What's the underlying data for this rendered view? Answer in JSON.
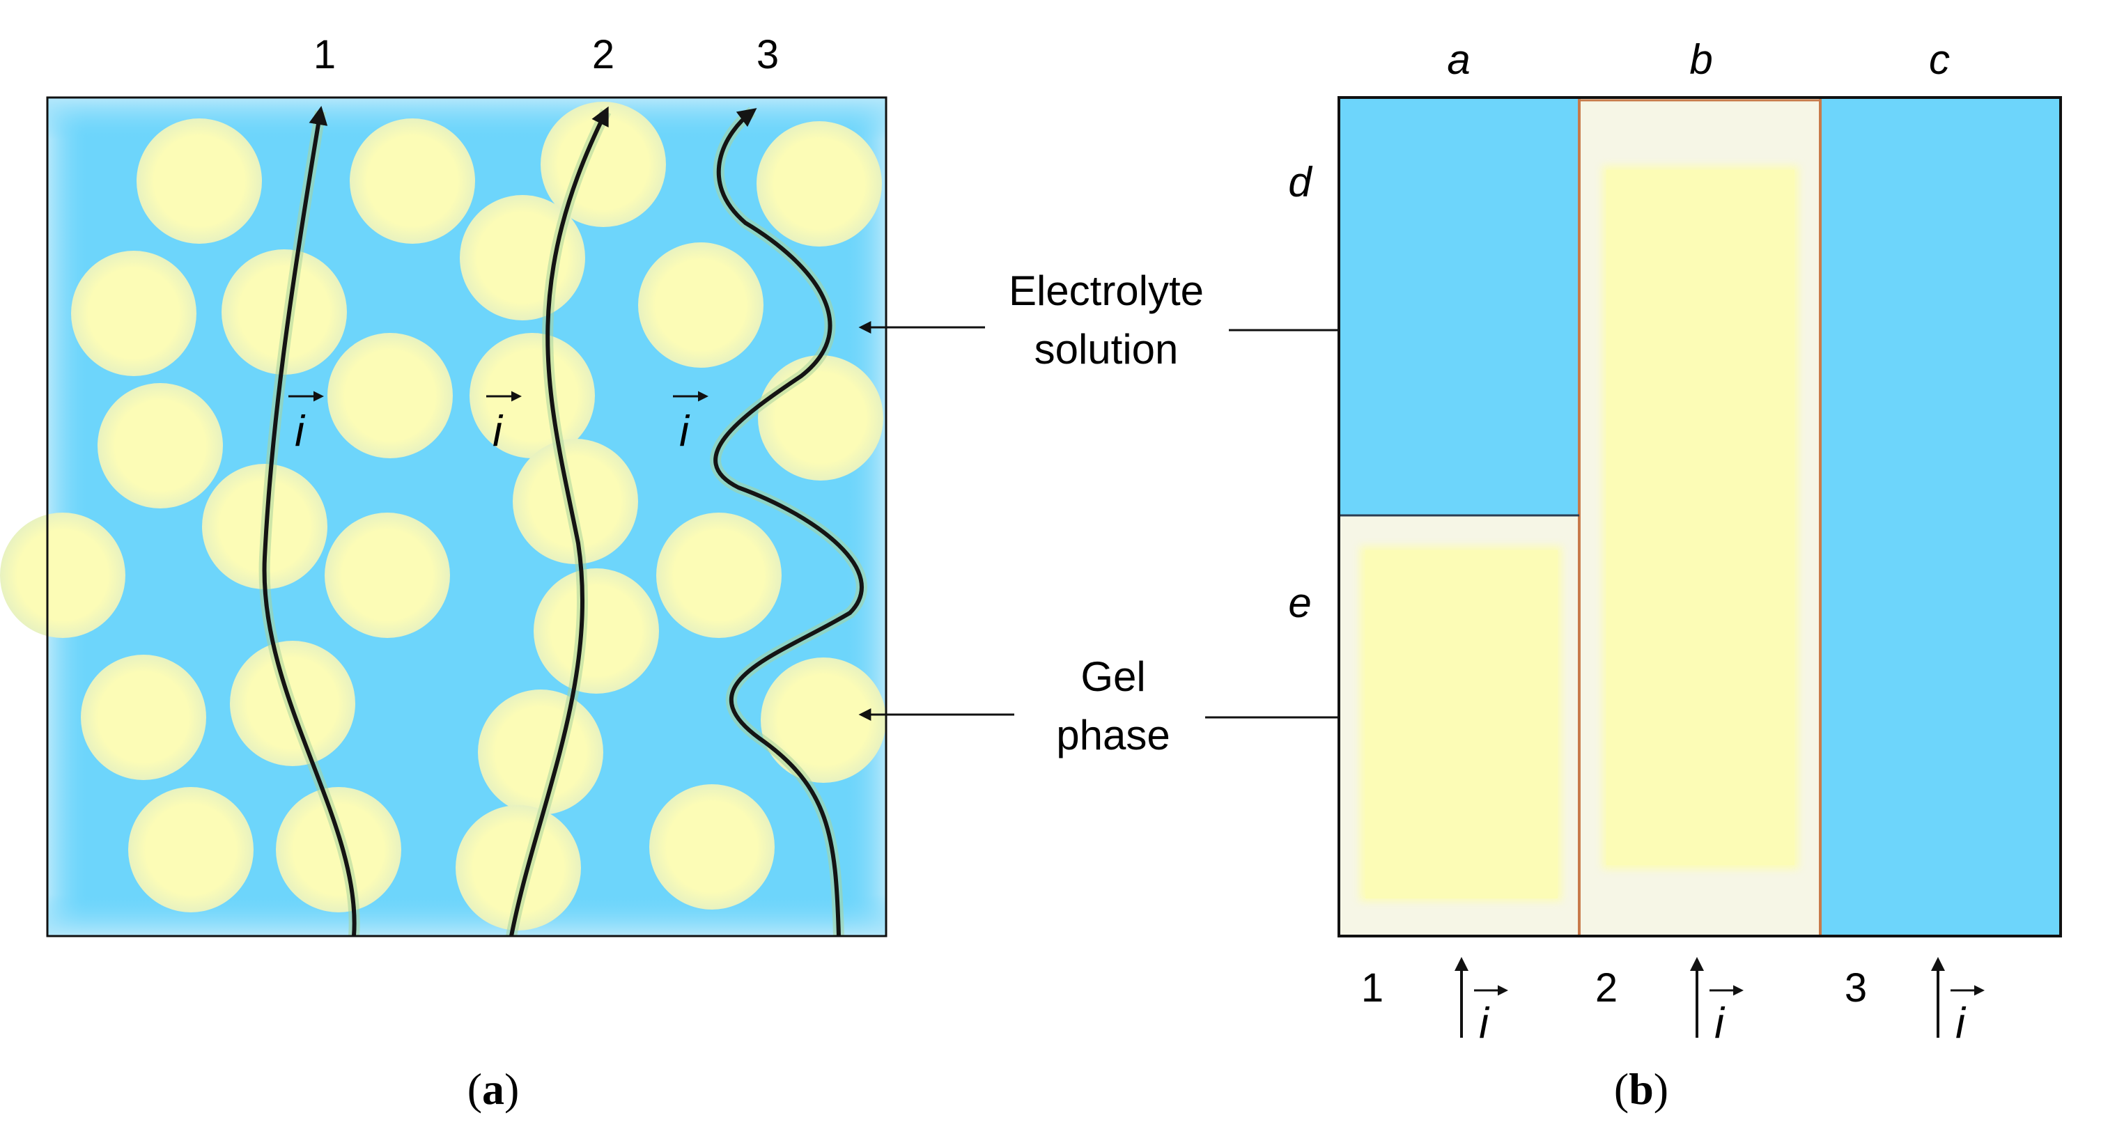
{
  "colors": {
    "electrolyte": "#6dd5fb",
    "electrolyte_edge": "#aee6fb",
    "gel": "#fcfcb6",
    "gel_glow": "#eef0c8",
    "path": "#141414",
    "path_glow": "#a8d49a",
    "frame": "#111111",
    "divider": "#c87a4a"
  },
  "panel_a": {
    "path_labels": [
      "1",
      "2",
      "3"
    ],
    "current_symbol": "i",
    "caption_open": "(",
    "caption_letter": "a",
    "caption_close": ")"
  },
  "panel_b": {
    "column_labels": [
      "a",
      "b",
      "c"
    ],
    "row_labels": [
      "d",
      "e"
    ],
    "path_labels": [
      "1",
      "2",
      "3"
    ],
    "current_symbol": "i",
    "caption_open": "(",
    "caption_letter": "b",
    "caption_close": ")"
  },
  "legend": {
    "electrolyte_line1": "Electrolyte",
    "electrolyte_line2": "solution",
    "gel_line1": "Gel",
    "gel_line2": "phase"
  }
}
